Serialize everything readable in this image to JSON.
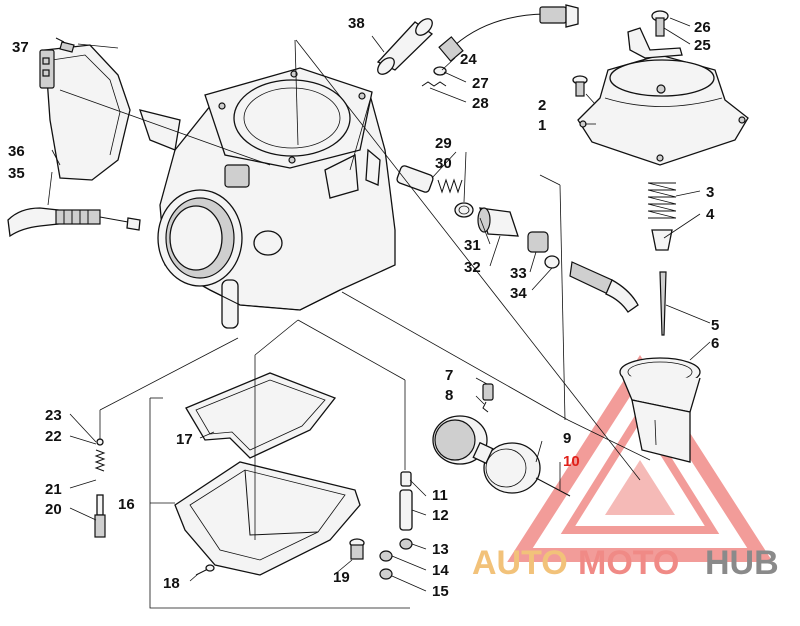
{
  "callouts": [
    {
      "id": "c1",
      "text": "1"
    },
    {
      "id": "c2",
      "text": "2"
    },
    {
      "id": "c3",
      "text": "3"
    },
    {
      "id": "c4",
      "text": "4"
    },
    {
      "id": "c5",
      "text": "5"
    },
    {
      "id": "c6",
      "text": "6"
    },
    {
      "id": "c7",
      "text": "7"
    },
    {
      "id": "c8",
      "text": "8"
    },
    {
      "id": "c9",
      "text": "9"
    },
    {
      "id": "c10",
      "text": "10"
    },
    {
      "id": "c11",
      "text": "11"
    },
    {
      "id": "c12",
      "text": "12"
    },
    {
      "id": "c13",
      "text": "13"
    },
    {
      "id": "c14",
      "text": "14"
    },
    {
      "id": "c15",
      "text": "15"
    },
    {
      "id": "c16",
      "text": "16"
    },
    {
      "id": "c17",
      "text": "17"
    },
    {
      "id": "c18",
      "text": "18"
    },
    {
      "id": "c19",
      "text": "19"
    },
    {
      "id": "c20",
      "text": "20"
    },
    {
      "id": "c21",
      "text": "21"
    },
    {
      "id": "c22",
      "text": "22"
    },
    {
      "id": "c23",
      "text": "23"
    },
    {
      "id": "c24",
      "text": "24"
    },
    {
      "id": "c25",
      "text": "25"
    },
    {
      "id": "c26",
      "text": "26"
    },
    {
      "id": "c27",
      "text": "27"
    },
    {
      "id": "c28",
      "text": "28"
    },
    {
      "id": "c29",
      "text": "29"
    },
    {
      "id": "c30",
      "text": "30"
    },
    {
      "id": "c31",
      "text": "31"
    },
    {
      "id": "c32",
      "text": "32"
    },
    {
      "id": "c33",
      "text": "33"
    },
    {
      "id": "c34",
      "text": "34"
    },
    {
      "id": "c35",
      "text": "35"
    },
    {
      "id": "c36",
      "text": "36"
    },
    {
      "id": "c37",
      "text": "37"
    },
    {
      "id": "c38",
      "text": "38"
    }
  ],
  "watermark": {
    "part1": "AUTO",
    "part2": "MOTO",
    "part3": "HUB",
    "color_light": "#f2c27a",
    "color_red": "#f08a86",
    "color_gray": "#8a8a8a"
  }
}
